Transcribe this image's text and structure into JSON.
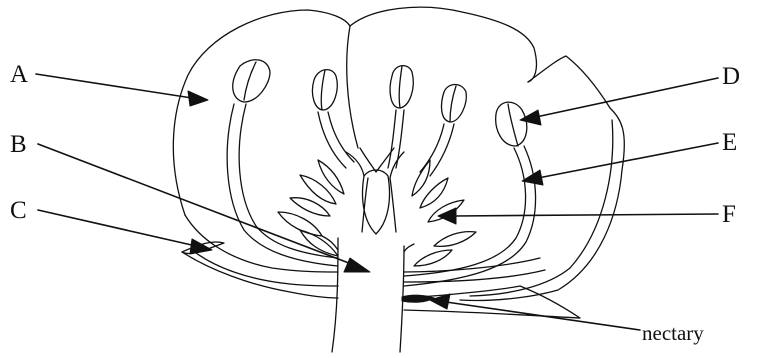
{
  "labels": {
    "a": "A",
    "b": "B",
    "c": "C",
    "d": "D",
    "e": "E",
    "f": "F",
    "nectary": "nectary"
  },
  "colors": {
    "ink": "#111111",
    "background": "#ffffff"
  }
}
